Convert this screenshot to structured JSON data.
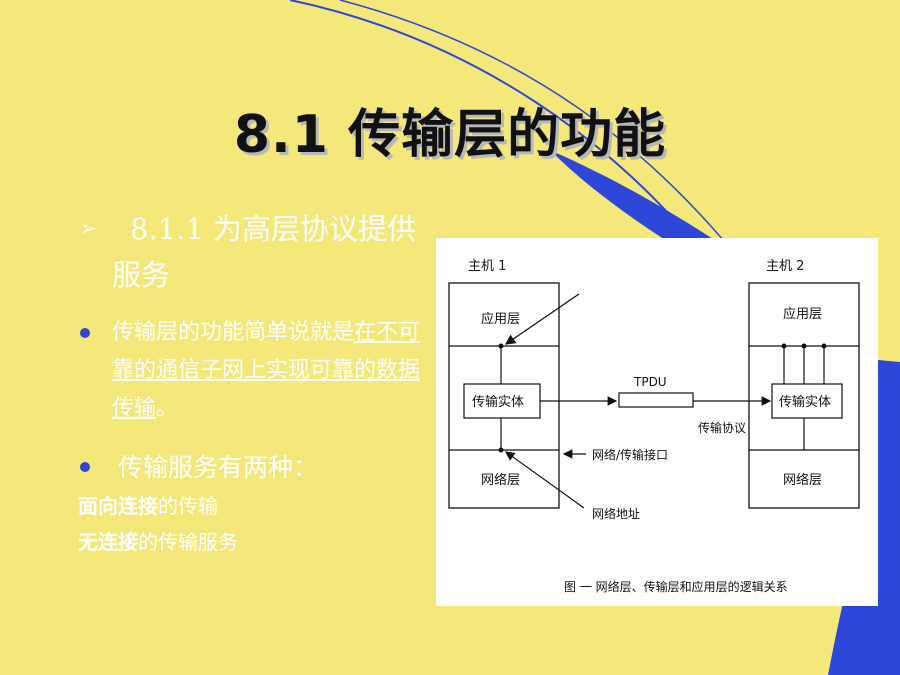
{
  "slide": {
    "title": "8.1  传输层的功能",
    "heading": "8.1.1  为高层协议提供服务",
    "para1_prefix": "传输层的功能简单说就是",
    "para1_underlined": "在不可靠的通信子网上实现可靠的数据传输",
    "para1_suffix": "。",
    "para2": "传输服务有两种：",
    "service_a_bold": "面向连接",
    "service_a_rest": "的传输",
    "service_b_bold": "无连接",
    "service_b_rest": "的传输服务"
  },
  "diagram": {
    "host1": "主机 1",
    "host2": "主机 2",
    "app_layer": "应用层",
    "transport_entity": "传输实体",
    "network_layer": "网络层",
    "tpdu": "TPDU",
    "transport_protocol": "传输协议",
    "net_transport_interface": "网络/传输接口",
    "network_address": "网络地址",
    "caption": "图 一  网络层、传输层和应用层的逻辑关系"
  },
  "colors": {
    "background": "#f5e87a",
    "accent_blue": "#2f47d8",
    "text_white": "#ffffff"
  }
}
